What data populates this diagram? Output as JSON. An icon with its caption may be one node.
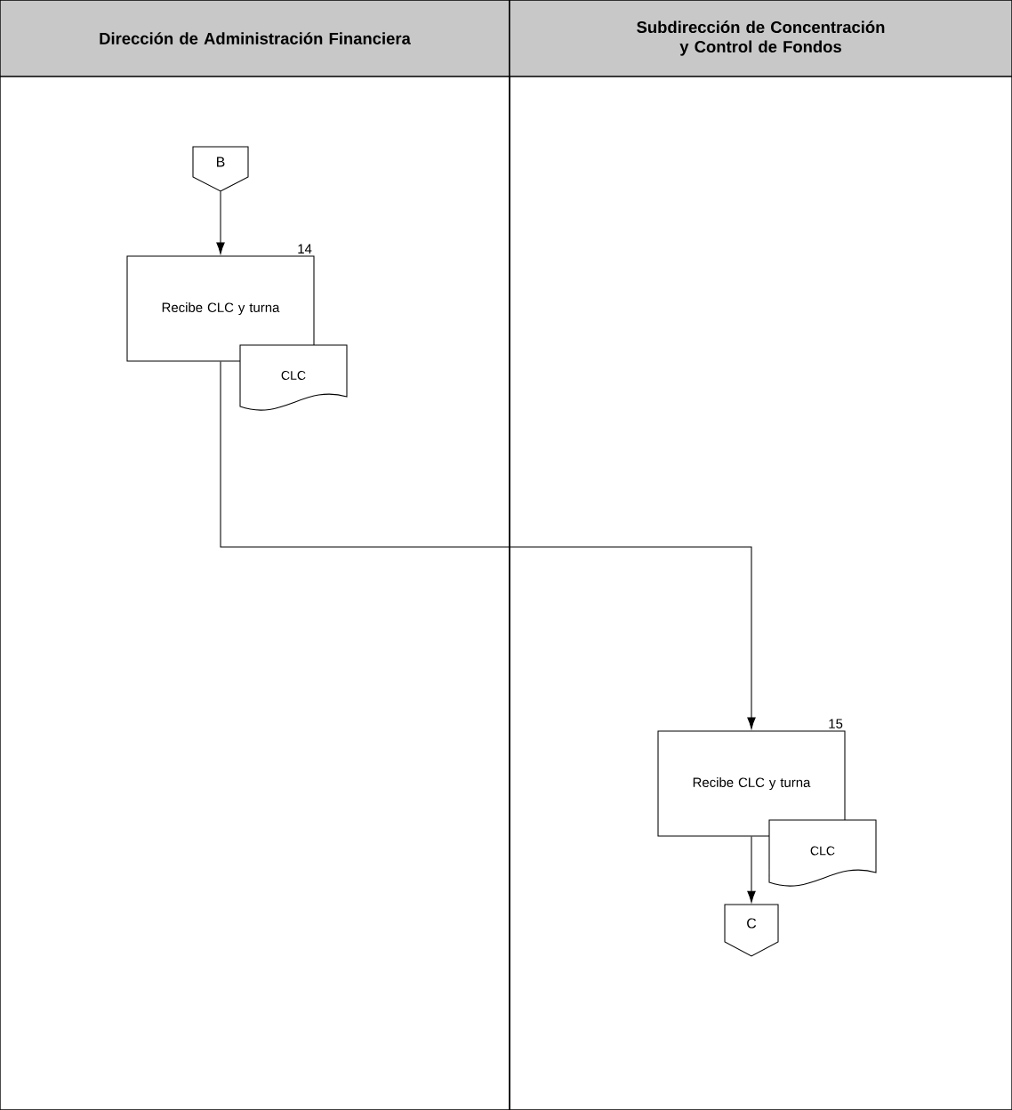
{
  "diagram": {
    "nodes": [
      {
        "text": [
          "Dirección de Administración Financiera"
        ]
      },
      {
        "text": [
          "Subdirección de Concentración y Control de Fondos"
        ]
      },
      {
        "text": [
          "B"
        ],
        "in": 0
      },
      {
        "text": [
          "Recibe CLC y turna"
        ],
        "beside": [
          "14"
        ],
        "in": 0
      },
      {
        "text": [
          "CLC"
        ],
        "in": 0
      },
      {
        "text": [
          "Recibe CLC y turna"
        ],
        "beside": [
          "15"
        ],
        "in": 1
      },
      {
        "text": [
          "CLC"
        ],
        "in": 1
      },
      {
        "text": [
          "C"
        ],
        "in": 1
      }
    ],
    "edges": [
      {
        "from": 2,
        "to": 3,
        "arrow": "to"
      },
      {
        "from": 3,
        "to": 5,
        "arrow": "to"
      },
      {
        "from": 5,
        "to": 7,
        "arrow": "to"
      }
    ]
  }
}
